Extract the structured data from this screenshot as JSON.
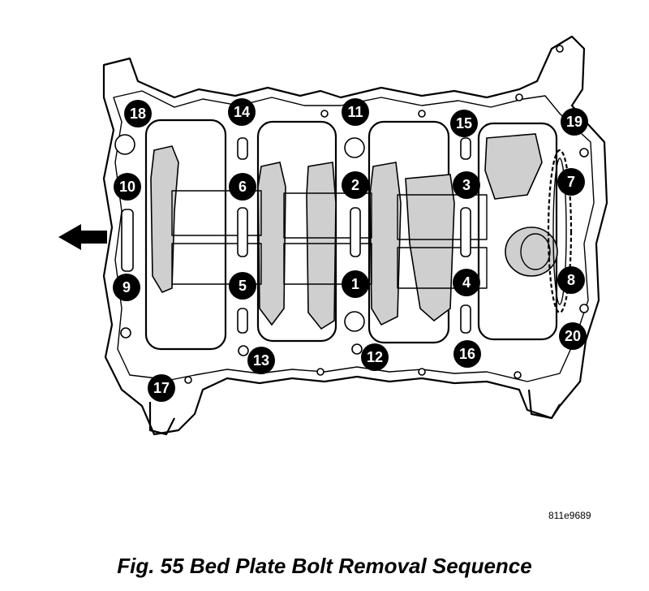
{
  "figure": {
    "caption": "Fig. 55 Bed Plate Bolt Removal Sequence",
    "figure_id": "811e9689"
  },
  "bolts": [
    "1",
    "2",
    "3",
    "4",
    "5",
    "6",
    "7",
    "8",
    "9",
    "10",
    "11",
    "12",
    "13",
    "14",
    "15",
    "16",
    "17",
    "18",
    "19",
    "20"
  ],
  "colors": {
    "ink": "#000000",
    "shade": "#cfcfcf",
    "paper": "#ffffff"
  },
  "icons": {
    "direction": "arrow-left-icon"
  }
}
